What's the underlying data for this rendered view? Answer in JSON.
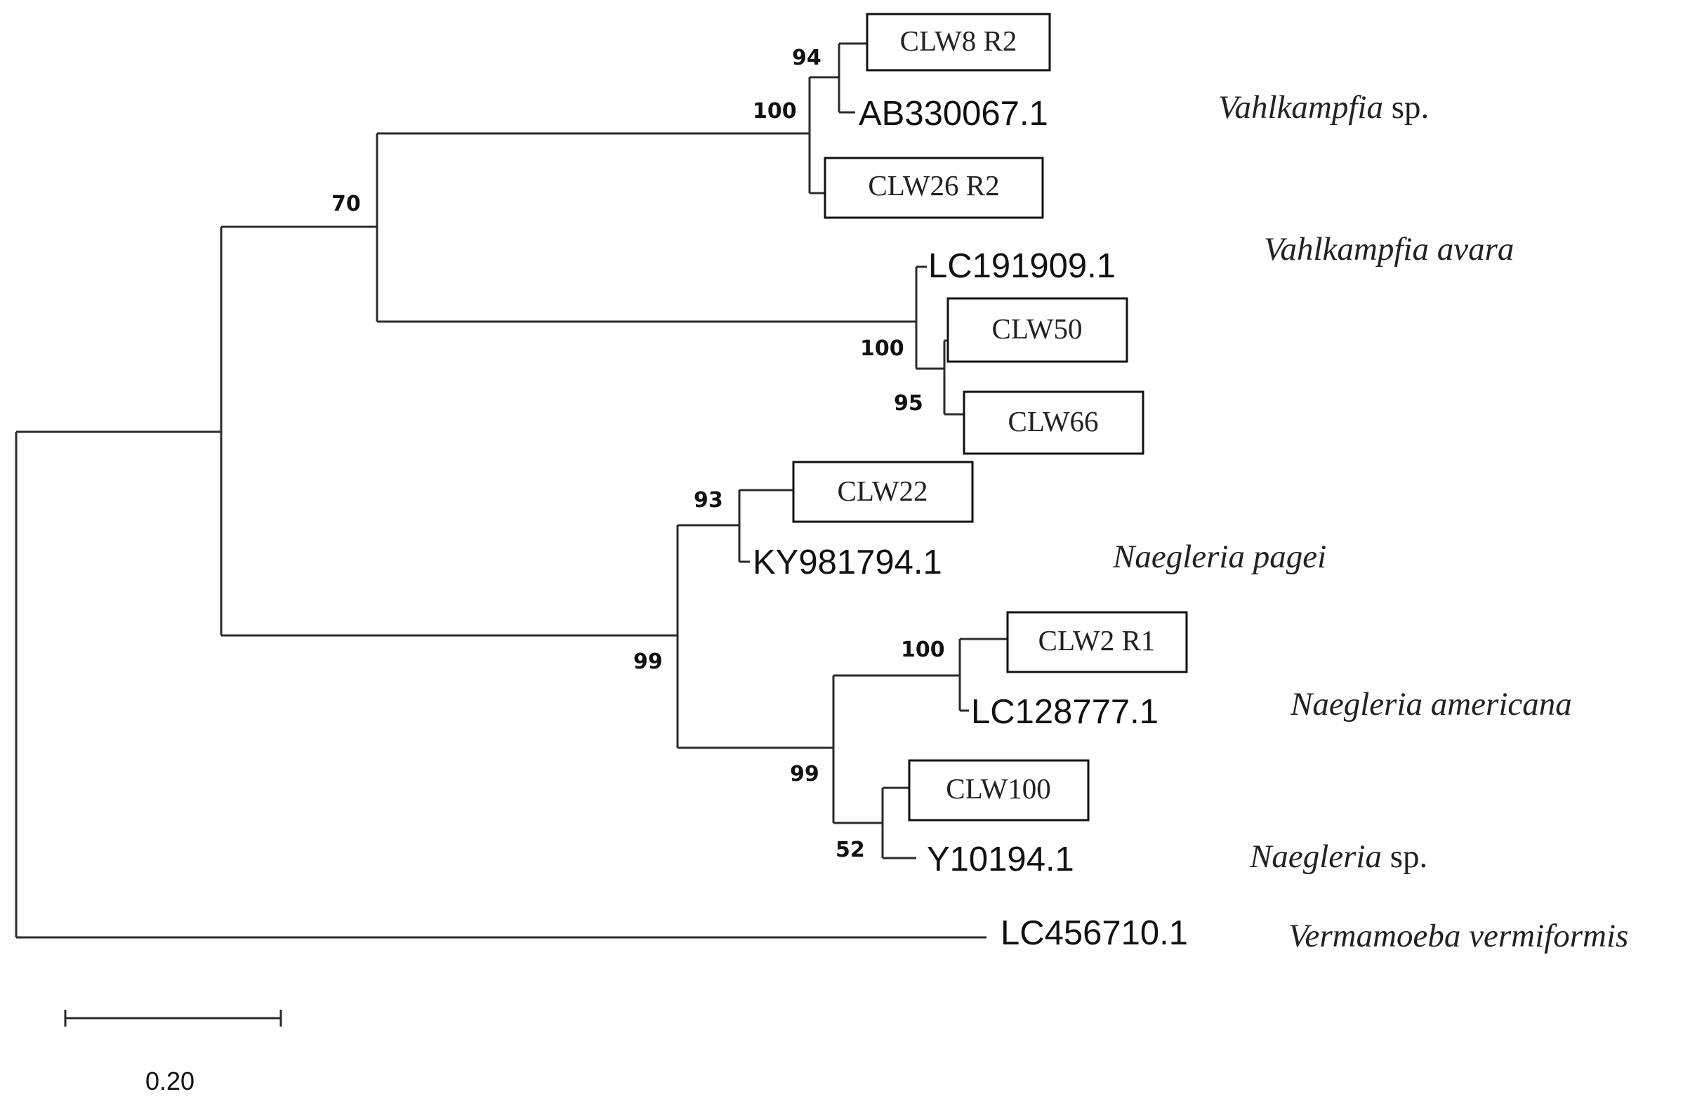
{
  "tree": {
    "bootstrap": {
      "vahlkampfia_sp": "94",
      "vahlkampfia_clade": "100",
      "vahlkampfia_all": "70",
      "avara_clade": "100",
      "clw50_clw66": "95",
      "clw22_pagei": "93",
      "naegleria_all": "99",
      "naegleria_sub": "99",
      "americana_clade": "100",
      "naegleria_sp": "52"
    },
    "leaves": {
      "clw8": "CLW8 R2",
      "ab330067": "AB330067.1",
      "clw26": "CLW26 R2",
      "lc191909": "LC191909.1",
      "clw50": "CLW50",
      "clw66": "CLW66",
      "clw22": "CLW22",
      "ky981794": "KY981794.1",
      "clw2": "CLW2 R1",
      "lc128777": "LC128777.1",
      "clw100": "CLW100",
      "y10194": "Y10194.1",
      "lc456710": "LC456710.1"
    },
    "species": {
      "vahlkampfia_sp_italic": "Vahlkampfia",
      "vahlkampfia_sp_suffix": " sp.",
      "vahlkampfia_avara": "Vahlkampfia avara",
      "naegleria_pagei": "Naegleria pagei",
      "naegleria_americana": "Naegleria americana",
      "naegleria_sp_italic": "Naegleria",
      "naegleria_sp_suffix": " sp.",
      "vermamoeba": "Vermamoeba vermiformis"
    },
    "scale_bar_label": "0.20"
  }
}
